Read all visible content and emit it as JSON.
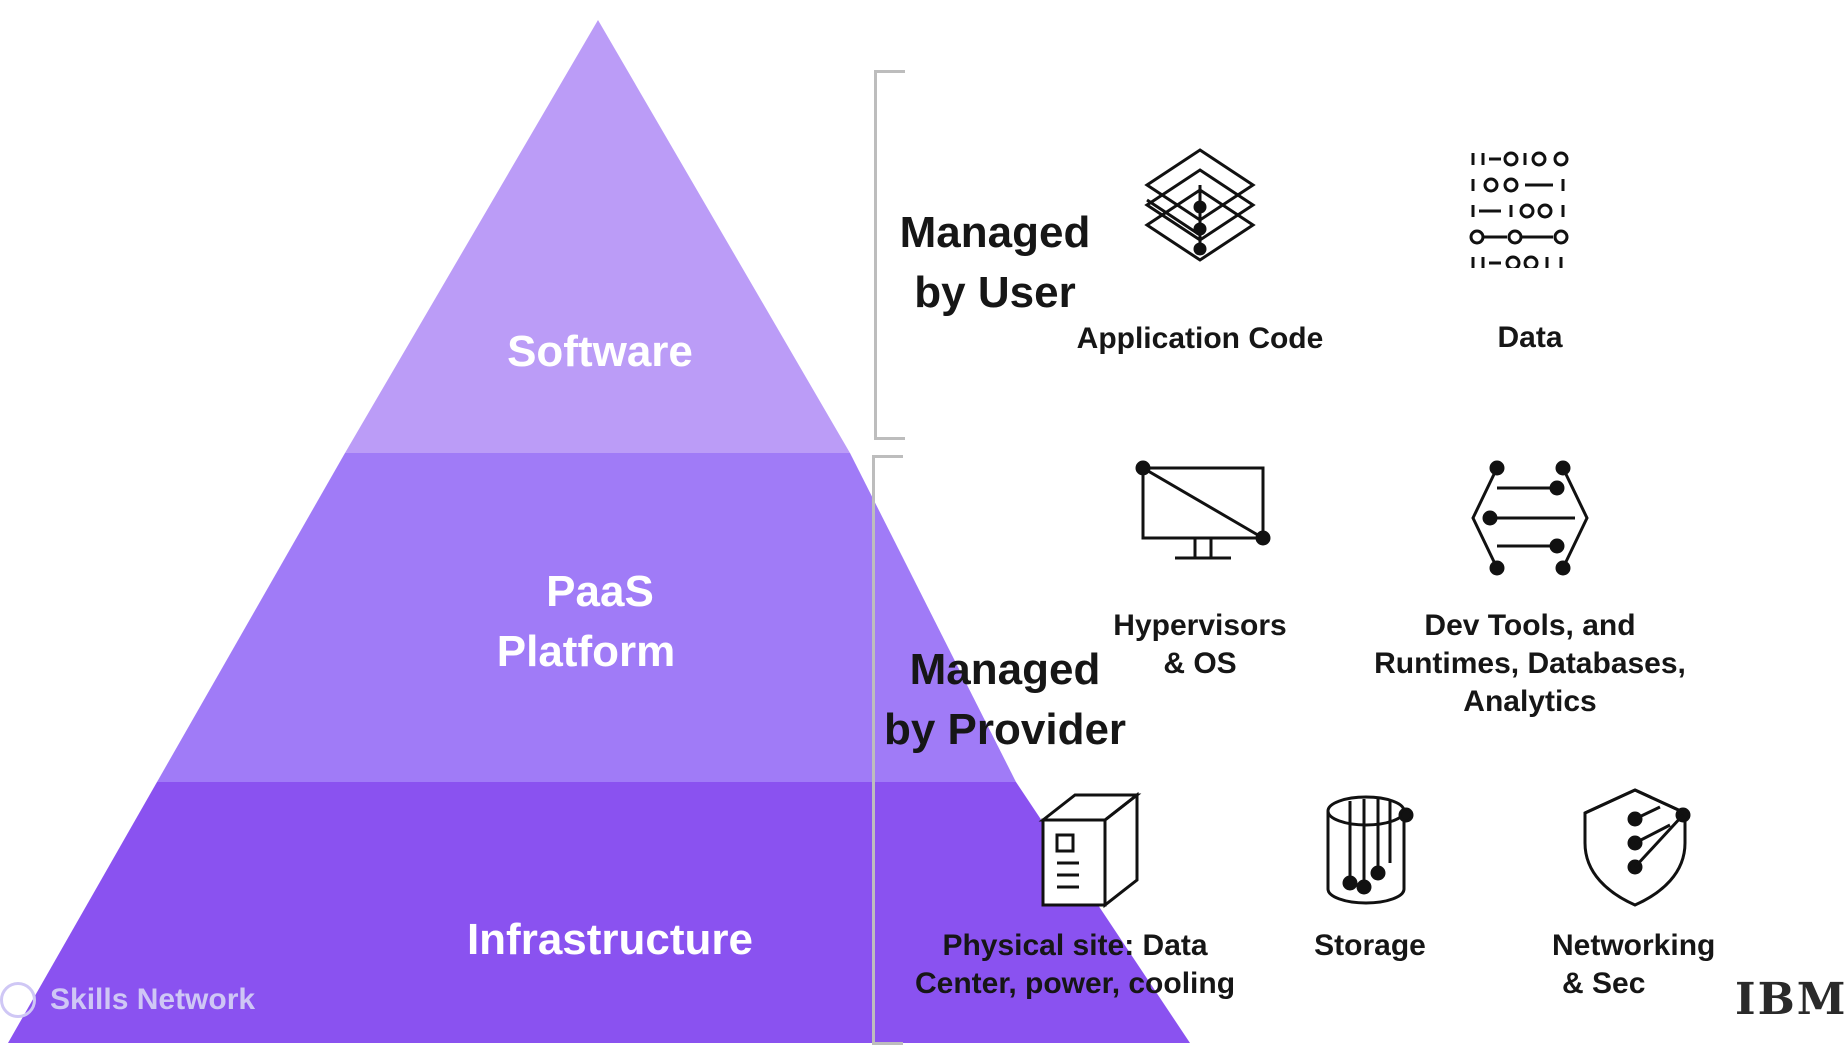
{
  "pyramid": {
    "tiers": [
      {
        "label_line1": "Software",
        "label_line2": ""
      },
      {
        "label_line1": "PaaS",
        "label_line2": "Platform"
      },
      {
        "label_line1": "Infrastructure",
        "label_line2": ""
      }
    ],
    "colors": {
      "top": "#bb9cf7",
      "middle": "#a07bf7",
      "bottom": "#8a52f0"
    }
  },
  "groups": {
    "user": {
      "line1": "Managed",
      "line2": "by User"
    },
    "provider": {
      "line1": "Managed",
      "line2": "by Provider"
    }
  },
  "items": {
    "app_code": {
      "label": "Application Code",
      "icon": "layers-icon"
    },
    "data": {
      "label": "Data",
      "icon": "binary-data-icon"
    },
    "hypervisors": {
      "line1": "Hypervisors",
      "line2": "& OS",
      "icon": "monitor-icon"
    },
    "devtools": {
      "line1": "Dev Tools, and",
      "line2": "Runtimes, Databases,",
      "line3": "Analytics",
      "icon": "code-bracket-icon"
    },
    "physical": {
      "line1": "Physical site: Data",
      "line2": "Center, power, cooling",
      "icon": "server-tower-icon"
    },
    "storage": {
      "label": "Storage",
      "icon": "storage-cylinder-icon"
    },
    "networking": {
      "line1": "Networking",
      "line2": "& Sec",
      "icon": "shield-network-icon"
    }
  },
  "footer": {
    "watermark": "Skills Network",
    "brand": "IBM"
  }
}
